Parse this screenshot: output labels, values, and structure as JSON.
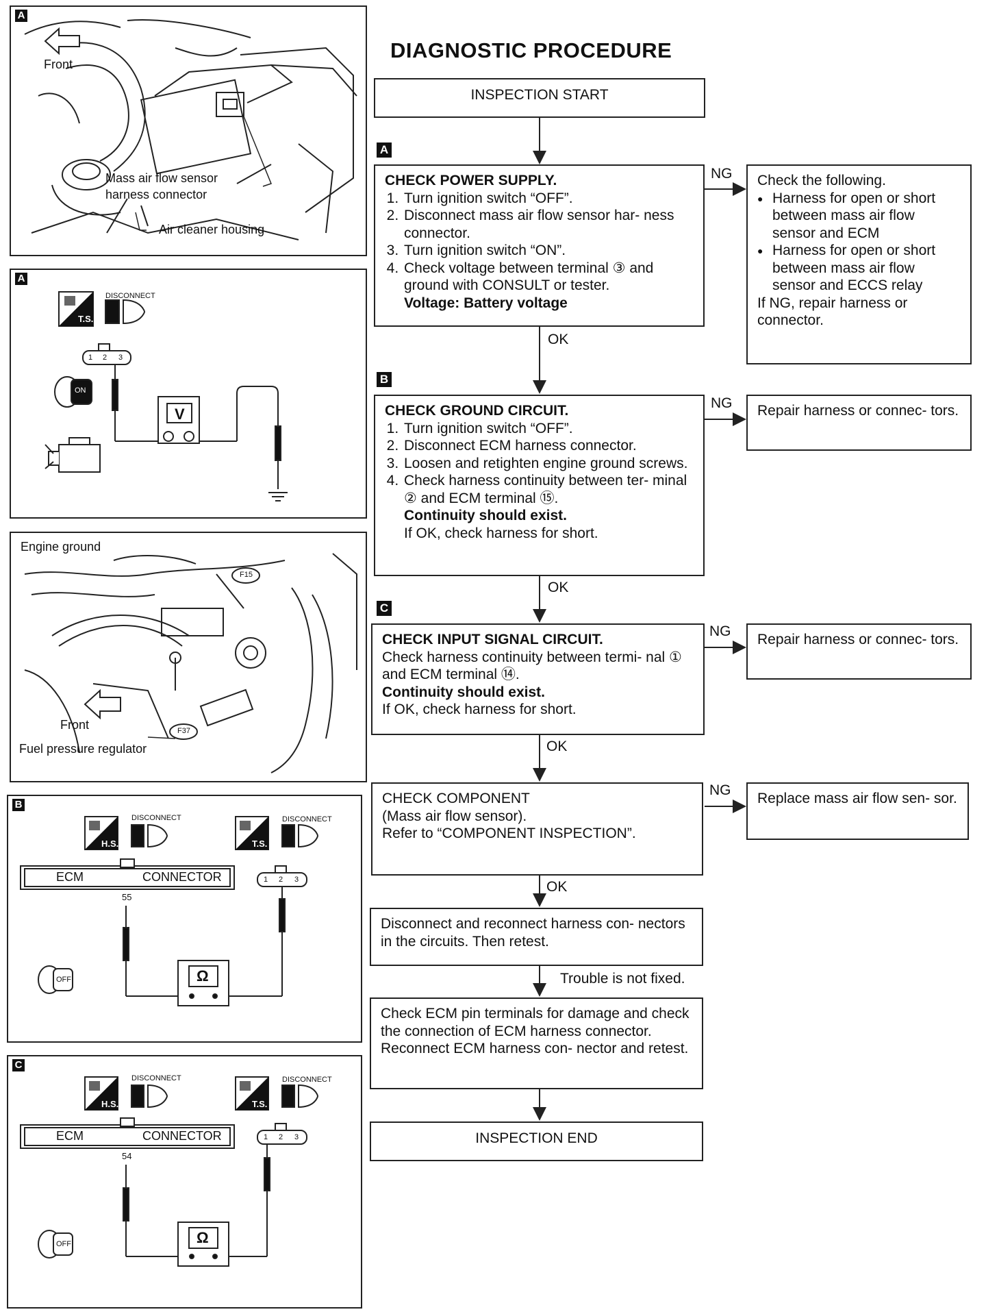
{
  "title": "DIAGNOSTIC PROCEDURE",
  "panels": {
    "p1": {
      "tag": "A",
      "front": "Front",
      "label1": "Mass air flow sensor",
      "label2": "harness connector",
      "label3": "Air cleaner housing"
    },
    "p2": {
      "tag": "A",
      "disconnect": "DISCONNECT",
      "ts": "T.S.",
      "pins": [
        "1",
        "2",
        "3"
      ],
      "on": "ON",
      "meter": "V"
    },
    "p3": {
      "engine_ground": "Engine ground",
      "f15": "F15",
      "f37": "F37",
      "front": "Front",
      "fuel": "Fuel pressure regulator"
    },
    "p4": {
      "tag": "B",
      "disconnect": "DISCONNECT",
      "hs": "H.S.",
      "ts": "T.S.",
      "ecm": "ECM",
      "connector": "CONNECTOR",
      "terminal": "55",
      "pins": [
        "1",
        "2",
        "3"
      ],
      "meter": "Ω",
      "off": "OFF"
    },
    "p5": {
      "tag": "C",
      "disconnect": "DISCONNECT",
      "hs": "H.S.",
      "ts": "T.S.",
      "ecm": "ECM",
      "connector": "CONNECTOR",
      "terminal": "54",
      "pins": [
        "1",
        "2",
        "3"
      ],
      "meter": "Ω",
      "off": "OFF"
    }
  },
  "flow": {
    "start": "INSPECTION START",
    "step_a": {
      "tag": "A",
      "heading": "CHECK POWER SUPPLY.",
      "items": [
        "Turn ignition switch “OFF”.",
        "Disconnect mass air flow sensor har- ness connector.",
        "Turn ignition switch “ON”.",
        "Check voltage between terminal ③ and ground with CONSULT or tester."
      ],
      "spec": "Voltage: Battery voltage",
      "ng": "NG",
      "ok": "OK",
      "ng_box": {
        "intro": "Check the following.",
        "bullets": [
          "Harness for open or short between mass air flow sensor and ECM",
          "Harness for open or short between mass air flow sensor and ECCS relay"
        ],
        "outro": "If NG, repair harness or connector."
      }
    },
    "step_b": {
      "tag": "B",
      "heading": "CHECK GROUND CIRCUIT.",
      "items": [
        "Turn ignition switch “OFF”.",
        "Disconnect ECM harness connector.",
        "Loosen and retighten engine ground screws.",
        "Check harness continuity between ter- minal ② and ECM terminal ⑮."
      ],
      "spec": "Continuity should exist.",
      "note": "If OK, check harness for short.",
      "ng": "NG",
      "ok": "OK",
      "ng_box": "Repair harness or connec- tors."
    },
    "step_c": {
      "tag": "C",
      "heading": "CHECK INPUT SIGNAL CIRCUIT.",
      "text": "Check harness continuity between termi- nal ① and ECM terminal ⑭.",
      "spec": "Continuity should exist.",
      "note": "If OK, check harness for short.",
      "ng": "NG",
      "ok": "OK",
      "ng_box": "Repair harness or connec- tors."
    },
    "step_d": {
      "line1": "CHECK COMPONENT",
      "line2": "(Mass air flow sensor).",
      "line3": "Refer to “COMPONENT INSPECTION”.",
      "ng": "NG",
      "ok": "OK",
      "ng_box": "Replace mass air flow sen- sor."
    },
    "step_e": "Disconnect and reconnect harness con- nectors in the circuits. Then retest.",
    "trouble": "Trouble is not fixed.",
    "step_f": "Check ECM pin terminals for damage and check the connection of ECM harness connector. Reconnect ECM harness con- nector and retest.",
    "end": "INSPECTION END"
  }
}
